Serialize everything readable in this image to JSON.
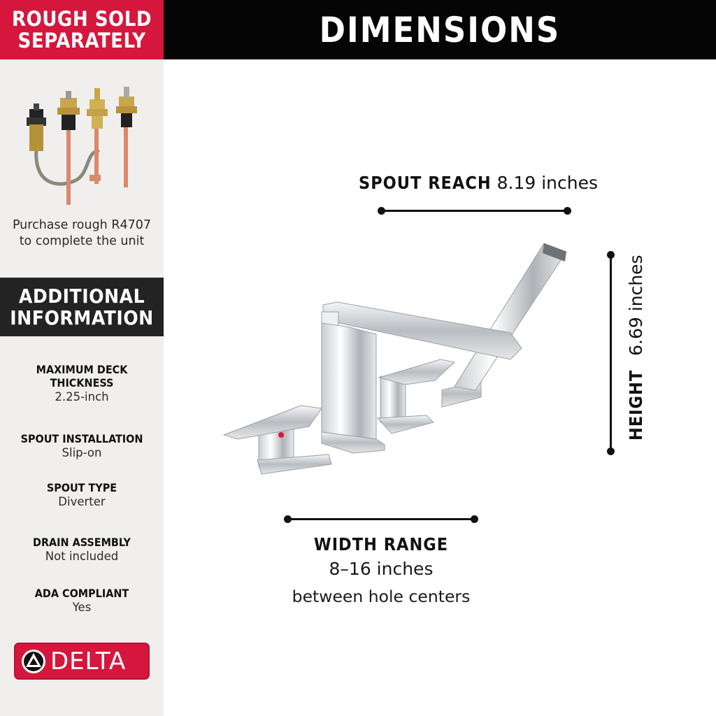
{
  "rough": {
    "header_line1": "ROUGH SOLD",
    "header_line2": "SEPARATELY",
    "caption_line1": "Purchase rough R4707",
    "caption_line2": "to complete the unit"
  },
  "additional": {
    "header_line1": "ADDITIONAL",
    "header_line2": "INFORMATION",
    "specs": [
      {
        "label": "MAXIMUM DECK\nTHICKNESS",
        "label_line1": "MAXIMUM DECK",
        "label_line2": "THICKNESS",
        "value": "2.25-inch"
      },
      {
        "label_line1": "SPOUT INSTALLATION",
        "value": "Slip-on"
      },
      {
        "label_line1": "SPOUT TYPE",
        "value": "Diverter"
      },
      {
        "label_line1": "DRAIN ASSEMBLY",
        "value": "Not included"
      },
      {
        "label_line1": "ADA COMPLIANT",
        "value": "Yes"
      }
    ]
  },
  "brand": {
    "name": "DELTA",
    "color": "#d5173d"
  },
  "dimensions": {
    "title": "DIMENSIONS",
    "spout_reach_label": "SPOUT REACH",
    "spout_reach_value": "8.19 inches",
    "height_label": "HEIGHT",
    "height_value": "6.69 inches",
    "width_label": "WIDTH RANGE",
    "width_value": "8–16 inches",
    "width_note": "between hole centers"
  },
  "colors": {
    "header_red": "#d5173d",
    "header_black": "#050505",
    "sidebar_bg": "#f0efee"
  }
}
